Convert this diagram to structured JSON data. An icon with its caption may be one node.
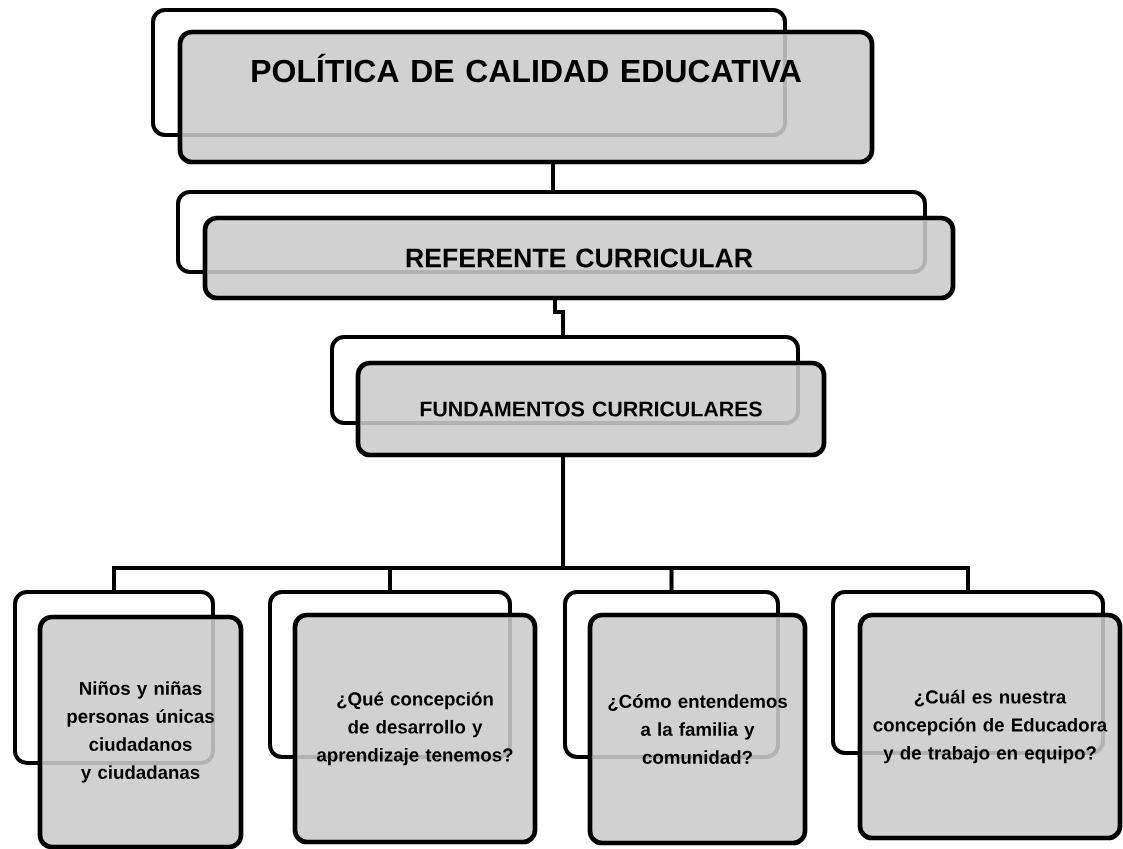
{
  "diagram": {
    "nodes": [
      {
        "text": [
          "POLÍTICA DE CALIDAD EDUCATIVA"
        ]
      },
      {
        "text": [
          "REFERENTE   CURRICULAR"
        ]
      },
      {
        "text": [
          "FUNDAMENTOS CURRICULARES"
        ]
      },
      {
        "text": [
          "Niños y niñas personas únicas ciudadanos y ciudadanas"
        ]
      },
      {
        "text": [
          "¿Qué concepción de desarrollo y aprendizaje tenemos?"
        ]
      },
      {
        "text": [
          "¿Cómo entendemos a la familia y comunidad?"
        ]
      },
      {
        "text": [
          "¿Cuál es nuestra concepción de Educadora y  de trabajo en equipo?"
        ]
      }
    ],
    "edges": [
      {
        "from": 0,
        "to": 1,
        "arrow": "none"
      },
      {
        "from": 1,
        "to": 2,
        "arrow": "none"
      },
      {
        "from": 2,
        "to": 3,
        "arrow": "none"
      },
      {
        "from": 2,
        "to": 4,
        "arrow": "none"
      },
      {
        "from": 2,
        "to": 5,
        "arrow": "none"
      },
      {
        "from": 2,
        "to": 6,
        "arrow": "none"
      }
    ]
  }
}
